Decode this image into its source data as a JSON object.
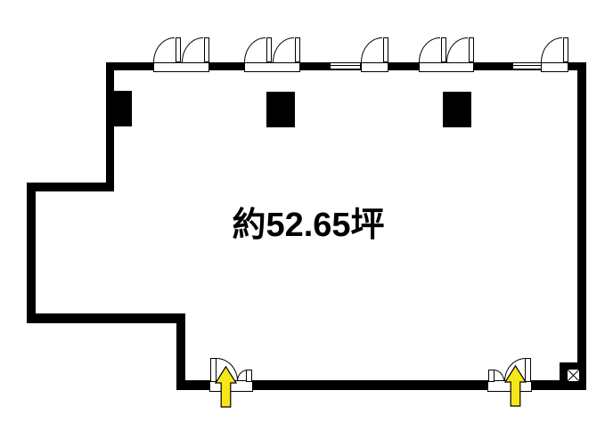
{
  "area_label": "約52.65坪",
  "colors": {
    "wall": "#000000",
    "line": "#000000",
    "background": "#ffffff",
    "entrance_arrow": "#f5e718"
  },
  "icons": {
    "entrance_arrow": "upward-entry-arrow",
    "shaft_box": "crossed-box"
  },
  "symbols": {
    "top_double_doors": 3,
    "top_single_doors": 2,
    "top_windows": 2,
    "interior_pillars": 3,
    "bottom_entrances": 2
  }
}
